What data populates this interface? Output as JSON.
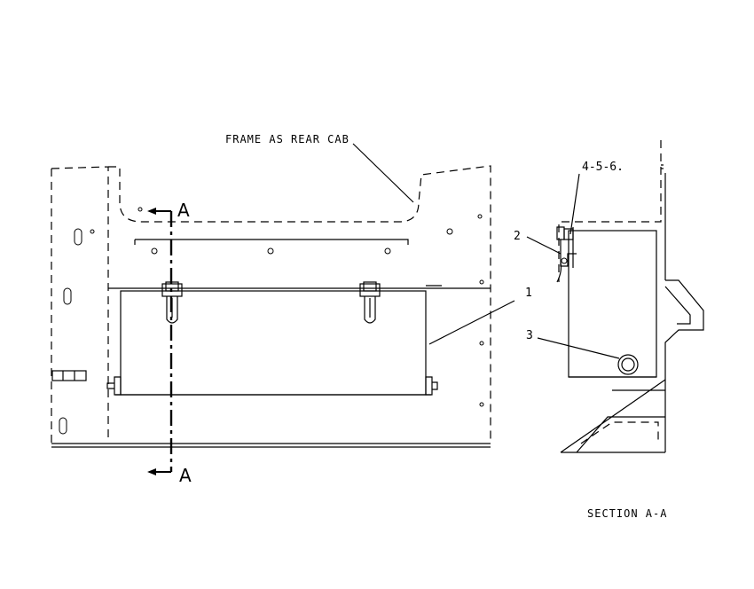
{
  "labels": {
    "frame": "FRAME AS REAR CAB",
    "section_mark_top": "A",
    "section_mark_bottom": "A",
    "callout_1": "1",
    "callout_2": "2",
    "callout_3": "3",
    "callout_456": "4-5-6.",
    "section_title": "SECTION A-A"
  }
}
